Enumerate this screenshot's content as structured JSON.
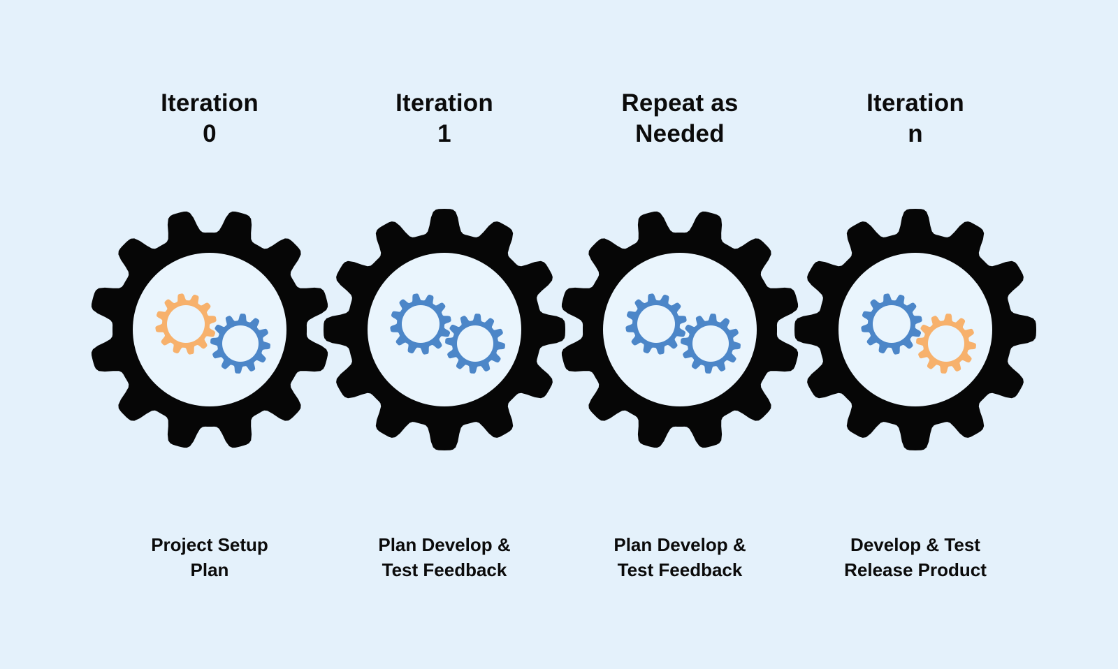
{
  "diagram": {
    "background_color": "#E4F1FB",
    "gear_color": "#060606",
    "gear_face_color": "#EAF5FD",
    "text_color": "#0B0B0B",
    "accent_orange": "#F7B16C",
    "accent_blue": "#4C86C8",
    "stages": [
      {
        "id": "iteration-0",
        "title_line1": "Iteration",
        "title_line2": "0",
        "label_line1": "Project Setup",
        "label_line2": "Plan",
        "inner_gears": [
          {
            "name": "small-gear-left",
            "color": "#F7B16C"
          },
          {
            "name": "small-gear-right",
            "color": "#4C86C8"
          }
        ]
      },
      {
        "id": "iteration-1",
        "title_line1": "Iteration",
        "title_line2": "1",
        "label_line1": "Plan Develop &",
        "label_line2": "Test Feedback",
        "inner_gears": [
          {
            "name": "small-gear-left",
            "color": "#4C86C8"
          },
          {
            "name": "small-gear-right",
            "color": "#4C86C8"
          }
        ]
      },
      {
        "id": "repeat-as-needed",
        "title_line1": "Repeat as",
        "title_line2": "Needed",
        "label_line1": "Plan Develop &",
        "label_line2": "Test Feedback",
        "inner_gears": [
          {
            "name": "small-gear-left",
            "color": "#4C86C8"
          },
          {
            "name": "small-gear-right",
            "color": "#4C86C8"
          }
        ]
      },
      {
        "id": "iteration-n",
        "title_line1": "Iteration",
        "title_line2": "n",
        "label_line1": "Develop & Test",
        "label_line2": "Release Product",
        "inner_gears": [
          {
            "name": "small-gear-left",
            "color": "#4C86C8"
          },
          {
            "name": "small-gear-right",
            "color": "#F7B16C"
          }
        ]
      }
    ]
  }
}
